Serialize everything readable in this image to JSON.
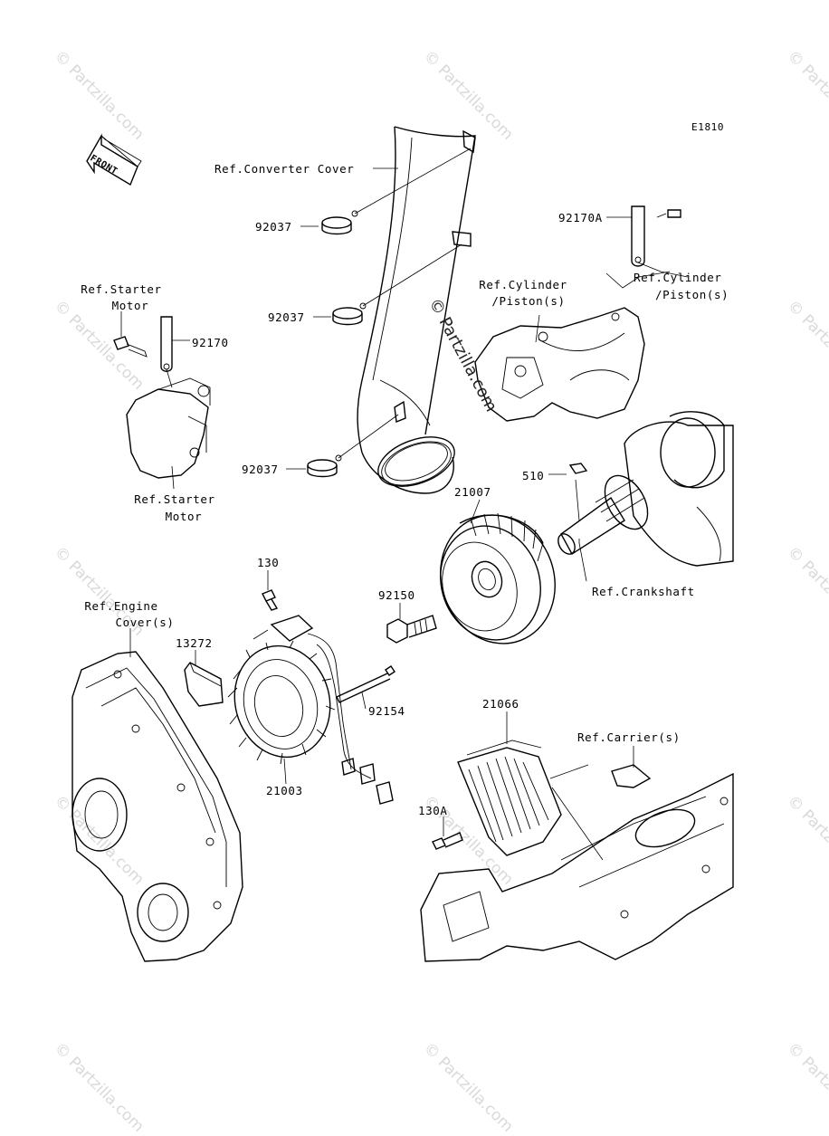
{
  "diagram_code": "E1810",
  "front_label": "FRONT",
  "watermark_text": "© Partzilla.com",
  "center_watermark": "© Partzilla.com",
  "labels": {
    "ref_converter_cover": "Ref.Converter Cover",
    "p92037_a": "92037",
    "p92037_b": "92037",
    "p92037_c": "92037",
    "p92170a": "92170A",
    "ref_cylinder_a_1": "Ref.Cylinder",
    "ref_cylinder_a_2": "/Piston(s)",
    "ref_cylinder_b_1": "Ref.Cylinder",
    "ref_cylinder_b_2": "/Piston(s)",
    "ref_starter_top_1": "Ref.Starter",
    "ref_starter_top_2": "Motor",
    "p92170": "92170",
    "ref_starter_bot_1": "Ref.Starter",
    "ref_starter_bot_2": "Motor",
    "p510": "510",
    "p21007": "21007",
    "ref_crankshaft": "Ref.Crankshaft",
    "p130": "130",
    "p92150": "92150",
    "ref_engine_cover_1": "Ref.Engine",
    "ref_engine_cover_2": "Cover(s)",
    "p13272": "13272",
    "p92154": "92154",
    "p21066": "21066",
    "ref_carrier": "Ref.Carrier(s)",
    "p21003": "21003",
    "p130a": "130A"
  }
}
